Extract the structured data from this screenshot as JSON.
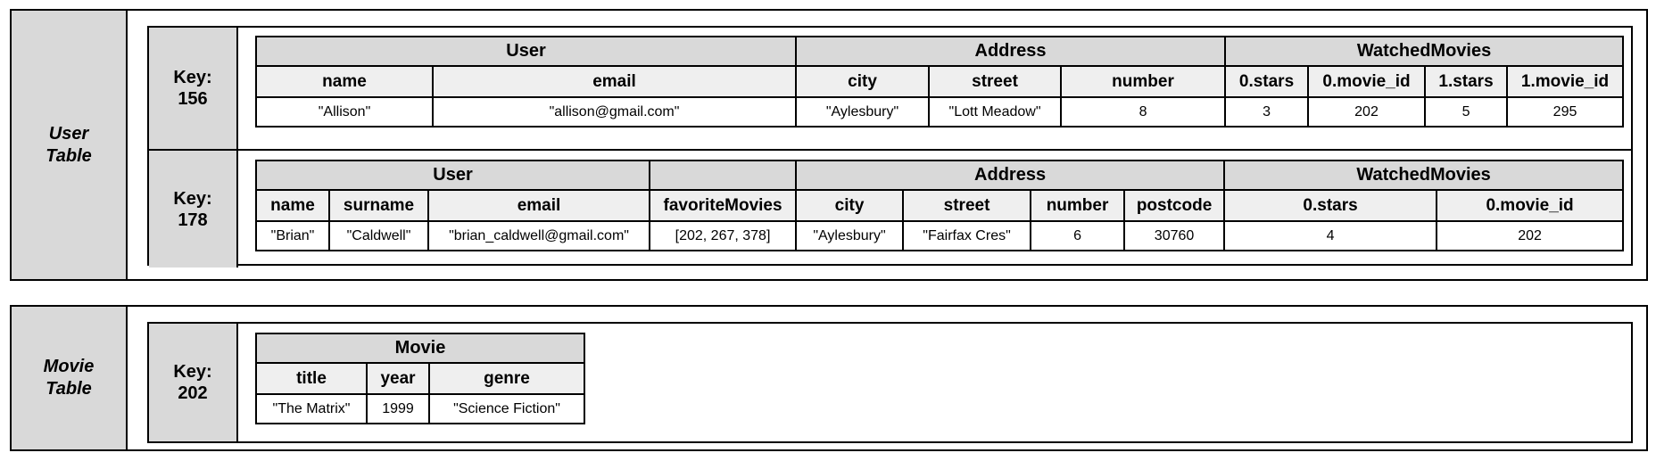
{
  "user_table": {
    "name": "User\nTable",
    "records": [
      {
        "key_label": "Key:",
        "key_value": "156",
        "groups": [
          "User",
          "Address",
          "WatchedMovies"
        ],
        "fields": [
          "name",
          "email",
          "city",
          "street",
          "number",
          "0.stars",
          "0.movie_id",
          "1.stars",
          "1.movie_id"
        ],
        "values": [
          "\"Allison\"",
          "\"allison@gmail.com\"",
          "\"Aylesbury\"",
          "\"Lott Meadow\"",
          "8",
          "3",
          "202",
          "5",
          "295"
        ]
      },
      {
        "key_label": "Key:",
        "key_value": "178",
        "groups": [
          "User",
          "",
          "Address",
          "WatchedMovies"
        ],
        "fields": [
          "name",
          "surname",
          "email",
          "favoriteMovies",
          "city",
          "street",
          "number",
          "postcode",
          "0.stars",
          "0.movie_id"
        ],
        "values": [
          "\"Brian\"",
          "\"Caldwell\"",
          "\"brian_caldwell@gmail.com\"",
          "[202, 267, 378]",
          "\"Aylesbury\"",
          "\"Fairfax Cres\"",
          "6",
          "30760",
          "4",
          "202"
        ]
      }
    ]
  },
  "movie_table": {
    "name": "Movie\nTable",
    "records": [
      {
        "key_label": "Key:",
        "key_value": "202",
        "groups": [
          "Movie"
        ],
        "fields": [
          "title",
          "year",
          "genre"
        ],
        "values": [
          "\"The Matrix\"",
          "1999",
          "\"Science Fiction\""
        ]
      }
    ]
  }
}
